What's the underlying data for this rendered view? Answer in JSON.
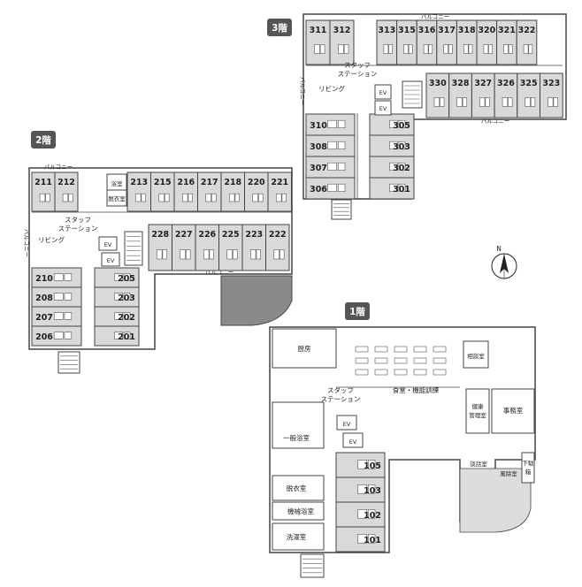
{
  "floors": {
    "floor3": {
      "badge": "3階",
      "top_rooms": [
        "311",
        "312",
        "313",
        "315",
        "316",
        "317",
        "318",
        "320",
        "321",
        "322"
      ],
      "right_rooms": [
        "330",
        "328",
        "327",
        "326",
        "325",
        "323"
      ],
      "left_rooms": [
        "310",
        "308",
        "307",
        "306"
      ],
      "center_rooms": [
        "305",
        "303",
        "302",
        "301"
      ],
      "balcony_top": "バルコニー",
      "balcony_right": "バルコニー",
      "balcony_left": "バルコニー",
      "staff_line1": "スタッフ",
      "staff_line2": "ステーション",
      "living": "リビング",
      "ev1": "EV",
      "ev2": "EV"
    },
    "floor2": {
      "badge": "2階",
      "top_left_rooms": [
        "211",
        "212"
      ],
      "top_rooms": [
        "213",
        "215",
        "216",
        "217",
        "218",
        "220",
        "221"
      ],
      "mid_rooms": [
        "228",
        "227",
        "226",
        "225",
        "223",
        "222"
      ],
      "left_rooms": [
        "210",
        "208",
        "207",
        "206"
      ],
      "center_rooms": [
        "205",
        "203",
        "202",
        "201"
      ],
      "balcony_top": "バルコニー",
      "balcony_bottom": "バルコニー",
      "balcony_left": "バルコニー",
      "bath": "浴室",
      "dressing": "脱衣室",
      "staff_line1": "スタッフ",
      "staff_line2": "ステーション",
      "living": "リビング",
      "ev1": "EV",
      "ev2": "EV"
    },
    "floor1": {
      "badge": "1階",
      "kitchen": "厨房",
      "consult": "相談室",
      "dining": "食堂・機能訓練",
      "staff_line1": "スタッフ",
      "staff_line2": "ステーション",
      "health_line1": "健康",
      "health_line2": "管理室",
      "office": "事務室",
      "bath": "一般浴室",
      "ev1": "EV",
      "ev2": "EV",
      "talk": "談話室",
      "windbreak": "風除室",
      "shoe_line1": "下駄",
      "shoe_line2": "箱",
      "dressing": "脱衣室",
      "machine_bath": "機械浴室",
      "laundry": "洗濯室",
      "rooms": [
        "105",
        "103",
        "102",
        "101"
      ]
    }
  },
  "compass": "N",
  "colors": {
    "room_fill": "#d9d9d9",
    "wall": "#444444",
    "badge_bg": "#555555",
    "badge_text": "#ffffff",
    "dark_area": "#8a8a8a"
  }
}
